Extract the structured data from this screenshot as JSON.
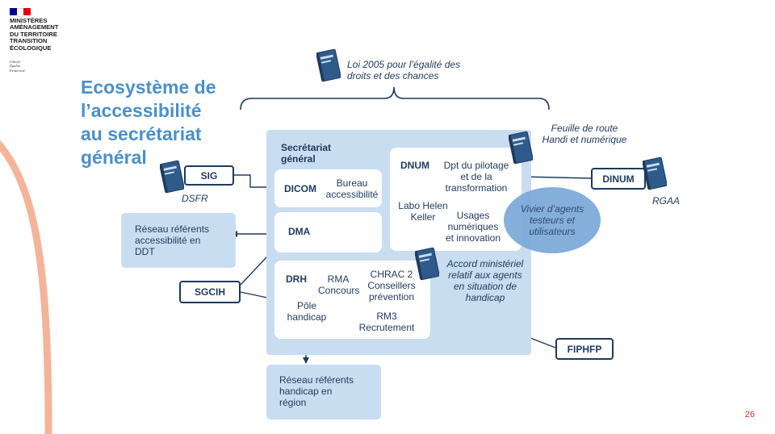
{
  "logo": {
    "lines": [
      "MINISTÈRES",
      "AMÉNAGEMENT",
      "DU TERRITOIRE",
      "TRANSITION",
      "ÉCOLOGIQUE"
    ],
    "motto": [
      "Liberté",
      "Égalité",
      "Fraternité"
    ],
    "flag_colors": [
      "#000091",
      "#ffffff",
      "#e1000f"
    ]
  },
  "title": {
    "lines": [
      "Ecosystème de",
      "l’accessibilité",
      "au secrétariat",
      "général"
    ]
  },
  "law": {
    "line1": "Loi 2005 pour l’égalité des",
    "line2": "droits et des chances"
  },
  "sg": {
    "line1": "Secrétariat",
    "line2": "général"
  },
  "dicom": {
    "label": "DICOM",
    "bureau_line1": "Bureau",
    "bureau_line2": "accessibilité"
  },
  "dma": {
    "label": "DMA"
  },
  "drh": {
    "label": "DRH",
    "rma": "RMA",
    "concours": "Concours",
    "chrac_line1": "CHRAC 2",
    "chrac_line2": "Conseillers",
    "chrac_line3": "prévention",
    "pole_line1": "Pôle",
    "pole_line2": "handicap",
    "rm3": "RM3",
    "recrutement": "Recrutement"
  },
  "dnum": {
    "label": "DNUM",
    "dpt_line1": "Dpt du pilotage",
    "dpt_line2": "et de la",
    "dpt_line3": "transformation",
    "labo_line1": "Labo Helen",
    "labo_line2": "Keller",
    "usages_line1": "Usages",
    "usages_line2": "numériques",
    "usages_line3": "et innovation"
  },
  "vivier": {
    "line1": "Vivier d’agents",
    "line2": "testeurs et",
    "line3": "utilisateurs"
  },
  "feuille": {
    "line1": "Feuille de route",
    "line2": "Handi et numérique"
  },
  "sig": {
    "label": "SIG",
    "caption": "DSFR"
  },
  "dinum": {
    "label": "DINUM",
    "caption": "RGAA"
  },
  "sgcih": {
    "label": "SGCIH"
  },
  "fiphfp": {
    "label": "FIPHFP"
  },
  "accord": {
    "line1": "Accord ministériel",
    "line2": "relatif aux agents",
    "line3": "en situation de",
    "line4": "handicap"
  },
  "reseau_ddt": {
    "line1": "Réseau référents",
    "line2": "accessibilité en",
    "line3": "DDT"
  },
  "reseau_region": {
    "line1": "Réseau référents",
    "line2": "handicap en",
    "line3": "région"
  },
  "page_number": "26",
  "colors": {
    "navy": "#1e3a5c",
    "light_blue": "#c9ddf0",
    "title_blue": "#4a90c9",
    "accent_orange": "#f4b49a",
    "page_number_red": "#c8302b"
  }
}
